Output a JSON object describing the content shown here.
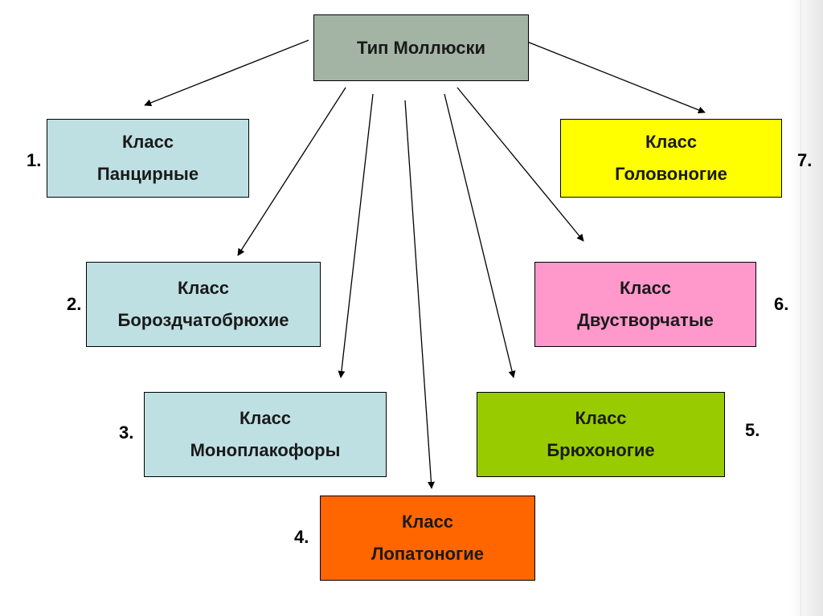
{
  "root": {
    "label": "Тип Моллюски",
    "color": "#a3b4a4"
  },
  "classes": [
    {
      "number": "1.",
      "line1": "Класс",
      "line2": "Панцирные",
      "color": "#bfe0e3"
    },
    {
      "number": "2.",
      "line1": "Класс",
      "line2": "Бороздчатобрюхие",
      "color": "#bfe0e3"
    },
    {
      "number": "3.",
      "line1": "Класс",
      "line2": "Моноплакофоры",
      "color": "#bfe0e3"
    },
    {
      "number": "4.",
      "line1": "Класс",
      "line2": "Лопатоногие",
      "color": "#ff6600"
    },
    {
      "number": "5.",
      "line1": "Класс",
      "line2": "Брюхоногие",
      "color": "#99cc00"
    },
    {
      "number": "6.",
      "line1": "Класс",
      "line2": "Двустворчатые",
      "color": "#ff99cc"
    },
    {
      "number": "7.",
      "line1": "Класс",
      "line2": "Головоногие",
      "color": "#ffff00"
    }
  ]
}
